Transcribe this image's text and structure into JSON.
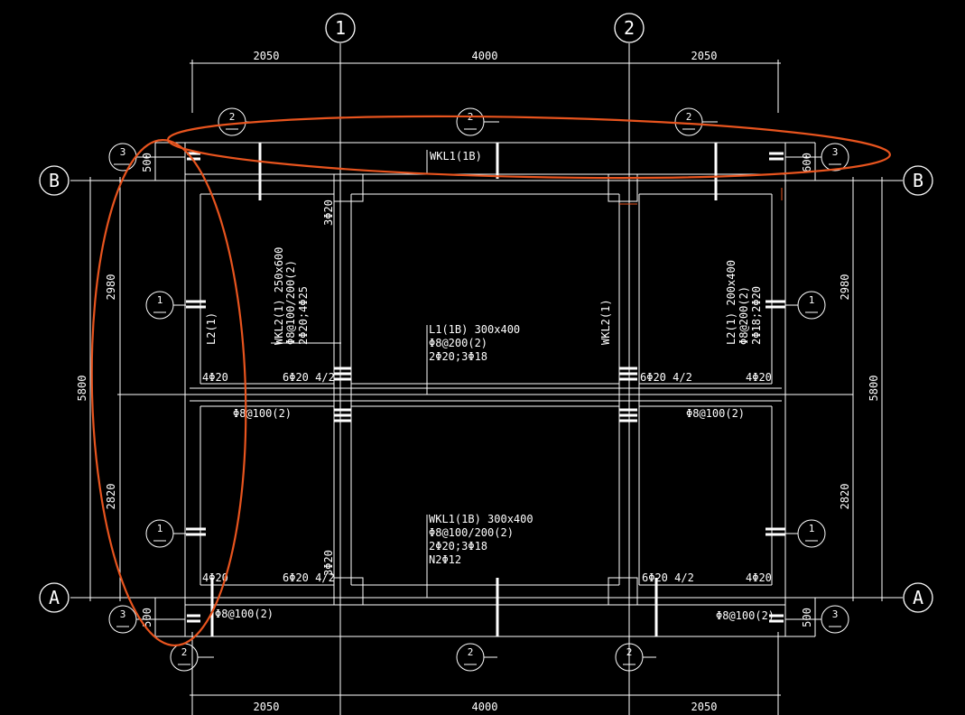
{
  "colors": {
    "background": "#000000",
    "line": "#ffffff",
    "highlight": "#e8541e"
  },
  "axis_labels": {
    "col1": "1",
    "col2": "2",
    "rowA": "A",
    "rowB": "B"
  },
  "dims": {
    "top": [
      "2050",
      "4000",
      "2050"
    ],
    "bottom": [
      "2050",
      "4000",
      "2050"
    ],
    "left_total": "5800",
    "right_total": "5800",
    "left_upper": "2980",
    "left_lower": "2820",
    "right_upper": "2980",
    "right_lower": "2820",
    "cant_top_left": "500",
    "cant_top_right": "600",
    "cant_bot_left": "500",
    "cant_bot_right": "500"
  },
  "section_marks": {
    "two": "2",
    "three": "3",
    "one": "1"
  },
  "beam_labels": {
    "wkl1_top": "WKL1(1B)",
    "wkl2_left": "WKL2(1) 250x600",
    "wkl2_left_stirrup": "Φ8@100/200(2)",
    "wkl2_left_bars": "2Φ20;4Φ25",
    "wkl2_right": "WKL2(1)",
    "l2_left": "L2(1)",
    "l2_right": "L2(1) 200x400",
    "l2_right_stirrup": "Φ8@200(2)",
    "l2_right_bars": "2Φ18;2Φ20",
    "l1": "L1(1B) 300x400",
    "l1_stirrup": "Φ8@200(2)",
    "l1_bars": "2Φ20;3Φ18",
    "wkl1_bot": "WKL1(1B) 300x400",
    "wkl1_bot_stirrup": "Φ8@100/200(2)",
    "wkl1_bot_bars": "2Φ20;3Φ18",
    "wkl1_bot_torsion": "N2Φ12",
    "col_bars": "3Φ20",
    "col_bars_b": "3Φ20",
    "bars_4_20_a": "4Φ20",
    "bars_6_20_a": "6Φ20 4/2",
    "bars_6_20_b": "6Φ20 4/2",
    "bars_4_20_b": "4Φ20",
    "stirrup_mid_l": "Φ8@100(2)",
    "stirrup_mid_r": "Φ8@100(2)",
    "bars_4_20_c": "4Φ20",
    "bars_6_20_c": "6Φ20 4/2",
    "bars_6_20_d": "6Φ20 4/2",
    "bars_4_20_d": "4Φ20",
    "stirrup_bot_l": "Φ8@100(2)",
    "stirrup_bot_r": "Φ8@100(2)"
  }
}
